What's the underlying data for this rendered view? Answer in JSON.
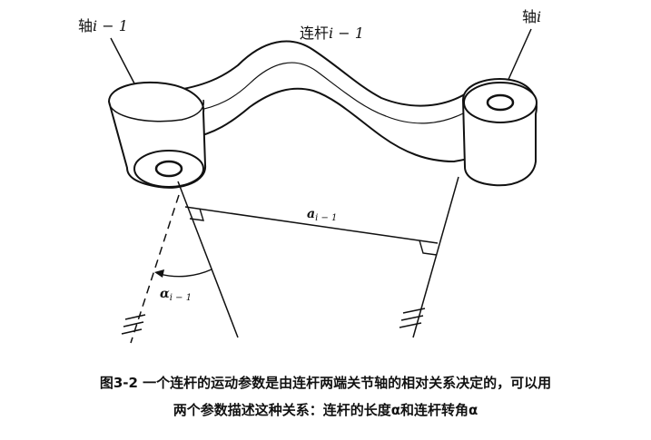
{
  "labels": {
    "axis_prev_prefix": "轴",
    "axis_prev_var": "i − 1",
    "axis_next_prefix": "轴",
    "axis_next_var": "i",
    "link_prefix": "连杆",
    "link_var": "i − 1",
    "length_main": "a",
    "length_sub": "i − 1",
    "twist_main": "α",
    "twist_sub": "i − 1"
  },
  "caption": {
    "line1": "图3-2  一个连杆的运动参数是由连杆两端关节轴的相对关系决定的，可以用",
    "line2": "两个参数描述这种关系：连杆的长度α和连杆转角α"
  }
}
